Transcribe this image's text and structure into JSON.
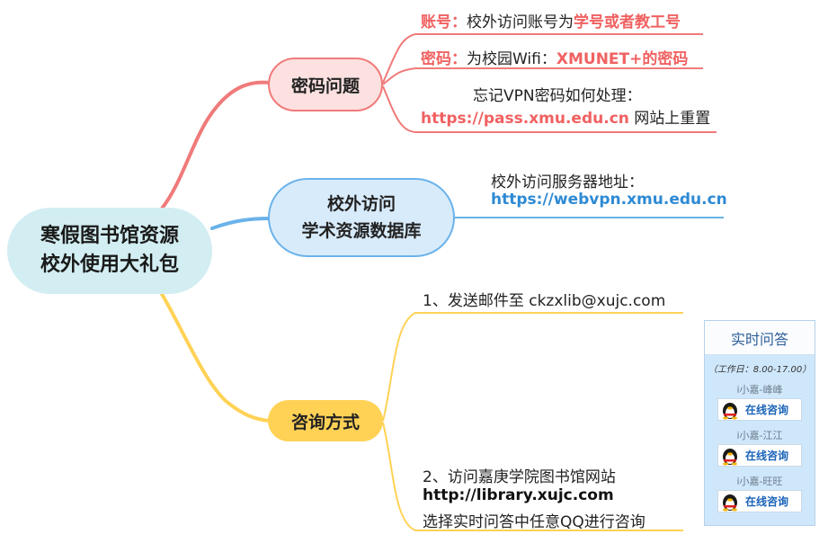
{
  "root": {
    "line1": "寒假图书馆资源",
    "line2": "校外使用大礼包"
  },
  "password": {
    "title": "密码问题",
    "account": {
      "label": "账号：",
      "text": "校外访问账号为",
      "highlight": "学号或者教工号"
    },
    "pwd": {
      "label": "密码：",
      "text": "为校园Wifi：",
      "highlight": "XMUNET+的密码"
    },
    "forgot": {
      "line1": "忘记VPN密码如何处理：",
      "url": "https://pass.xmu.edu.cn",
      "suffix": " 网站上重置"
    }
  },
  "academic": {
    "title_line1": "校外访问",
    "title_line2": "学术资源数据库",
    "server_label": "校外访问服务器地址：",
    "server_url": "https://webvpn.xmu.edu.cn"
  },
  "consult": {
    "title": "咨询方式",
    "item1": "1、发送邮件至 ckzxlib@xujc.com",
    "item2_line1": "2、访问嘉庚学院图书馆网站",
    "item2_url": "http://library.xujc.com",
    "item2_line3": "选择实时问答中任意QQ进行咨询"
  },
  "widget": {
    "title": "实时问答",
    "hours": "（工作日：8.00-17.00）",
    "agents": [
      {
        "name": "i小嘉-峰峰",
        "button": "在线咨询"
      },
      {
        "name": "i小嘉-江江",
        "button": "在线咨询"
      },
      {
        "name": "i小嘉-旺旺",
        "button": "在线咨询"
      }
    ]
  },
  "colors": {
    "red": "#f07a7a",
    "blue": "#6ab2ea",
    "yellow": "#ffd256",
    "root_bg": "#d3eef2"
  }
}
